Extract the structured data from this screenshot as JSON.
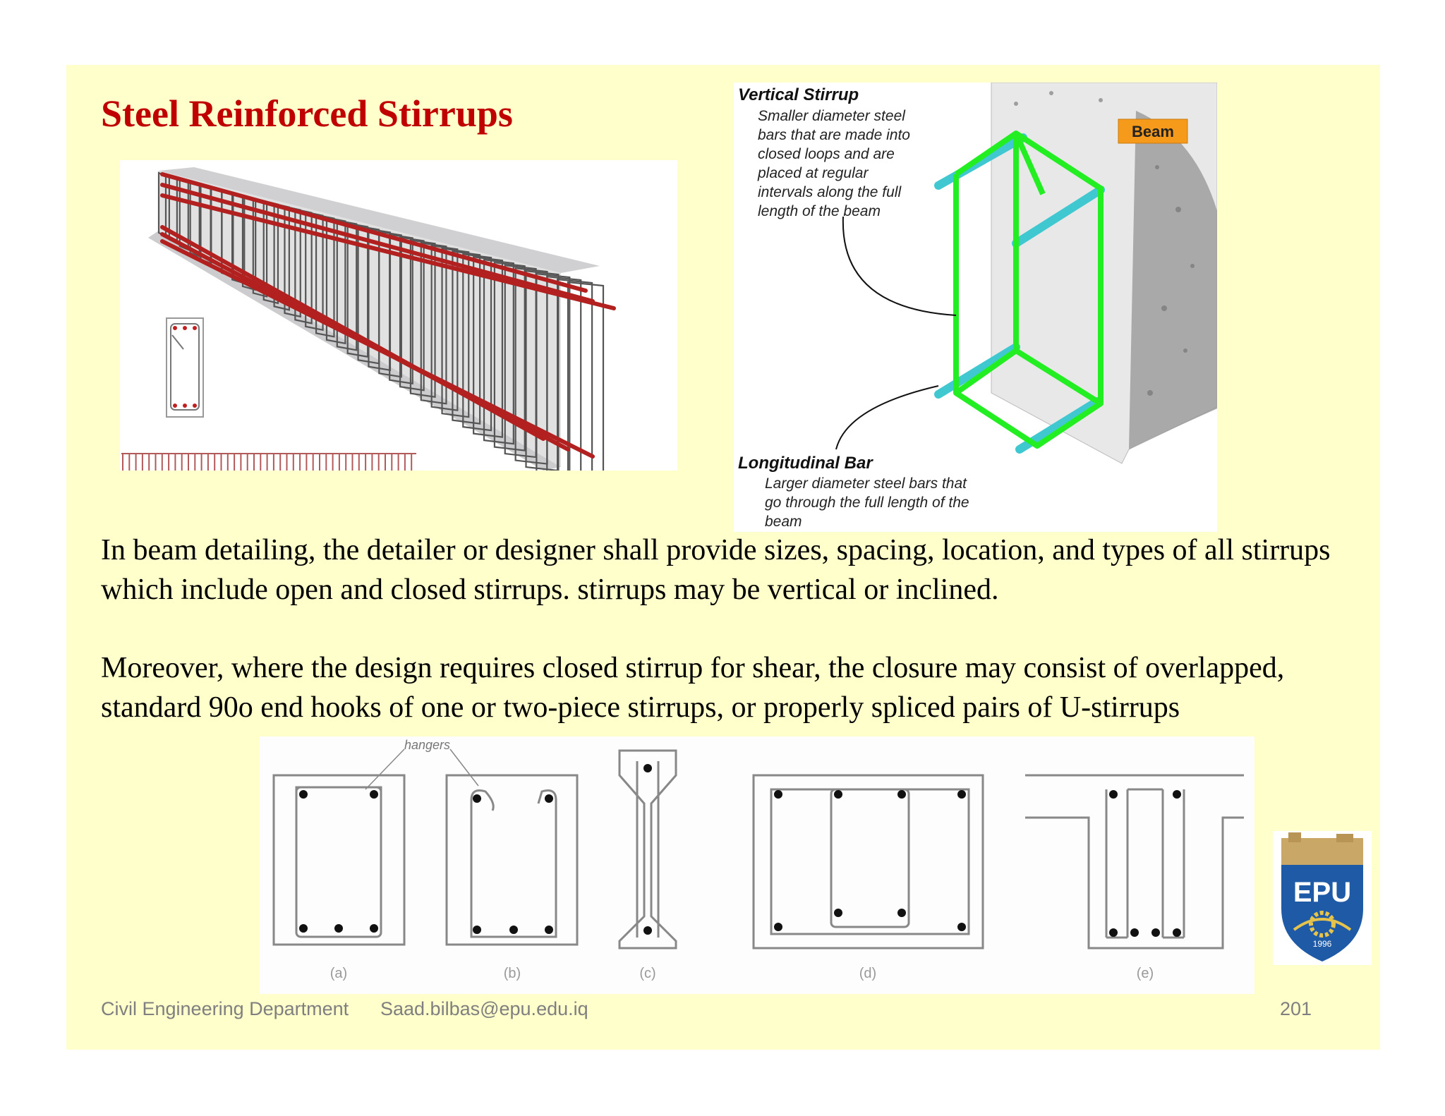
{
  "slide": {
    "title": "Steel Reinforced Stirrups",
    "paragraph1": "In beam detailing, the detailer or designer shall provide sizes, spacing, location, and types of all stirrups which include open and closed stirrups. stirrups may be vertical or inclined.",
    "paragraph2": "Moreover, where the design requires closed stirrup for shear, the closure may consist of overlapped, standard 90o end hooks of one or two-piece stirrups, or properly spliced pairs of U-stirrups"
  },
  "stirrup_figure": {
    "vertical_heading": "Vertical Stirrup",
    "vertical_desc_lines": [
      "Smaller diameter steel",
      "bars that are made into",
      "closed loops and are",
      "placed at regular",
      "intervals along the full",
      "length of the beam"
    ],
    "beam_label": "Beam",
    "longitudinal_heading": "Longitudinal Bar",
    "longitudinal_desc_lines": [
      "Larger diameter steel bars that",
      "go through the full length of the",
      "beam"
    ]
  },
  "detail_figure": {
    "hangers_label": "hangers",
    "captions": [
      "(a)",
      "(b)",
      "(c)",
      "(d)",
      "(e)"
    ]
  },
  "logo": {
    "text": "EPU",
    "year": "1996"
  },
  "footer": {
    "department": "Civil Engineering Department",
    "email": "Saad.bilbas@epu.edu.iq",
    "page_number": "201"
  },
  "colors": {
    "title": "#c00000",
    "background": "#ffffcc",
    "footer_text": "#7f7f7f",
    "rebar_red": "#b22020",
    "stirrup_green": "#22ee22",
    "longitudinal_cyan": "#40c8d0",
    "beam_tag": "#f59a1a",
    "logo_blue": "#1f5aa6"
  }
}
